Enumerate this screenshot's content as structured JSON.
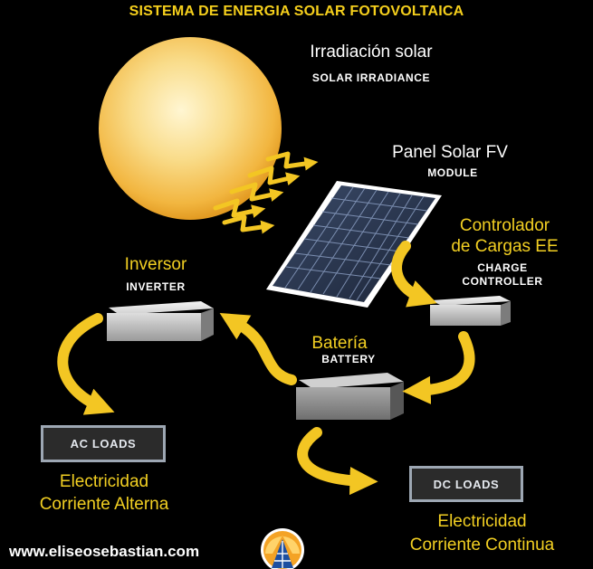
{
  "title": "SISTEMA DE ENERGIA SOLAR FOTOVOLTAICA",
  "sun": {
    "label_es": "Irradiación solar",
    "label_en": "SOLAR IRRADIANCE"
  },
  "module": {
    "label_es": "Panel Solar FV",
    "label_en": "MODULE"
  },
  "controller": {
    "label_es_line1": "Controlador",
    "label_es_line2": "de Cargas EE",
    "label_en_line1": "CHARGE",
    "label_en_line2": "CONTROLLER"
  },
  "inverter": {
    "label_es": "Inversor",
    "label_en": "INVERTER"
  },
  "battery": {
    "label_es": "Batería",
    "label_en": "BATTERY"
  },
  "ac_loads": {
    "box_label": "AC LOADS",
    "desc_line1": "Electricidad",
    "desc_line2": "Corriente Alterna"
  },
  "dc_loads": {
    "box_label": "DC LOADS",
    "desc_line1": "Electricidad",
    "desc_line2": "Corriente Continua"
  },
  "website": "www.eliseosebastian.com",
  "colors": {
    "title": "#f5cf1c",
    "label_yellow": "#f2cf22",
    "arrow": "#f3c623",
    "sun": "#f6c85a",
    "background": "#000000"
  }
}
